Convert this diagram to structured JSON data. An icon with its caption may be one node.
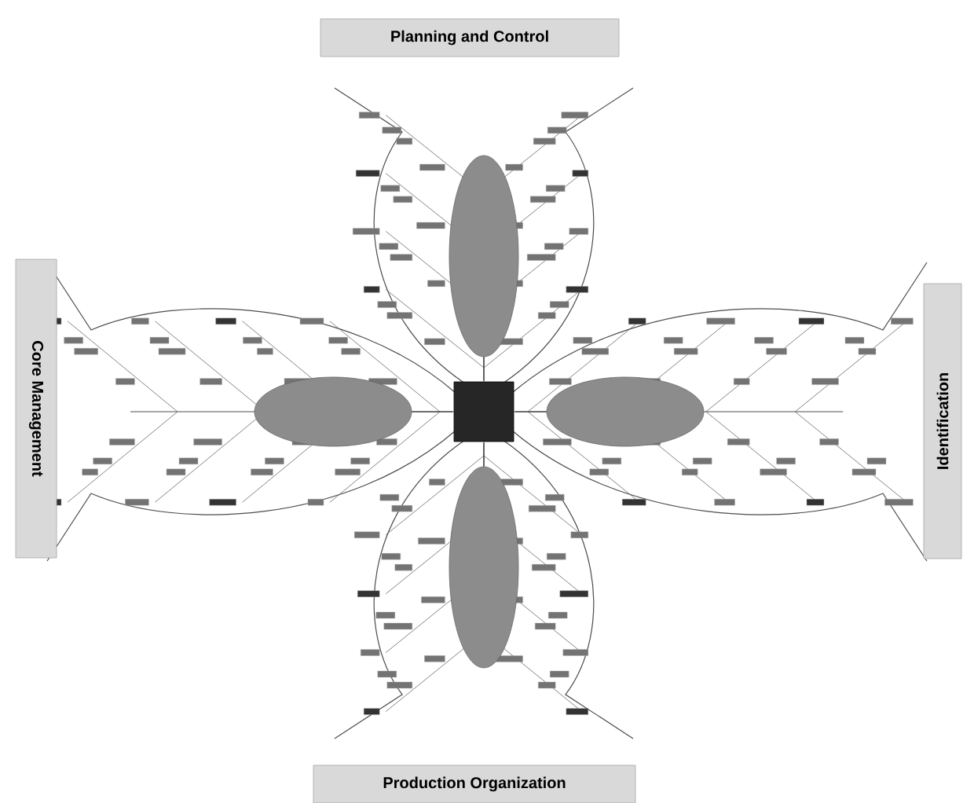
{
  "diagram": {
    "nodes": [
      {
        "text": [
          "Planning and Control"
        ]
      },
      {
        "text": [
          "Core Management"
        ]
      },
      {
        "text": [],
        "shape": "box"
      },
      {
        "text": [],
        "shape": "ellipse"
      },
      {
        "text": [],
        "shape": "ellipse"
      },
      {
        "text": [],
        "shape": "ellipse"
      },
      {
        "text": [],
        "shape": "ellipse"
      },
      {
        "text": [
          "Identification"
        ]
      },
      {
        "text": [
          "Production Organization"
        ]
      }
    ],
    "edges": [
      {
        "from": 2,
        "to": 3,
        "arrow": "none"
      },
      {
        "from": 2,
        "to": 4,
        "arrow": "none"
      },
      {
        "from": 2,
        "to": 5,
        "arrow": "none"
      },
      {
        "from": 2,
        "to": 6,
        "arrow": "none"
      }
    ]
  }
}
